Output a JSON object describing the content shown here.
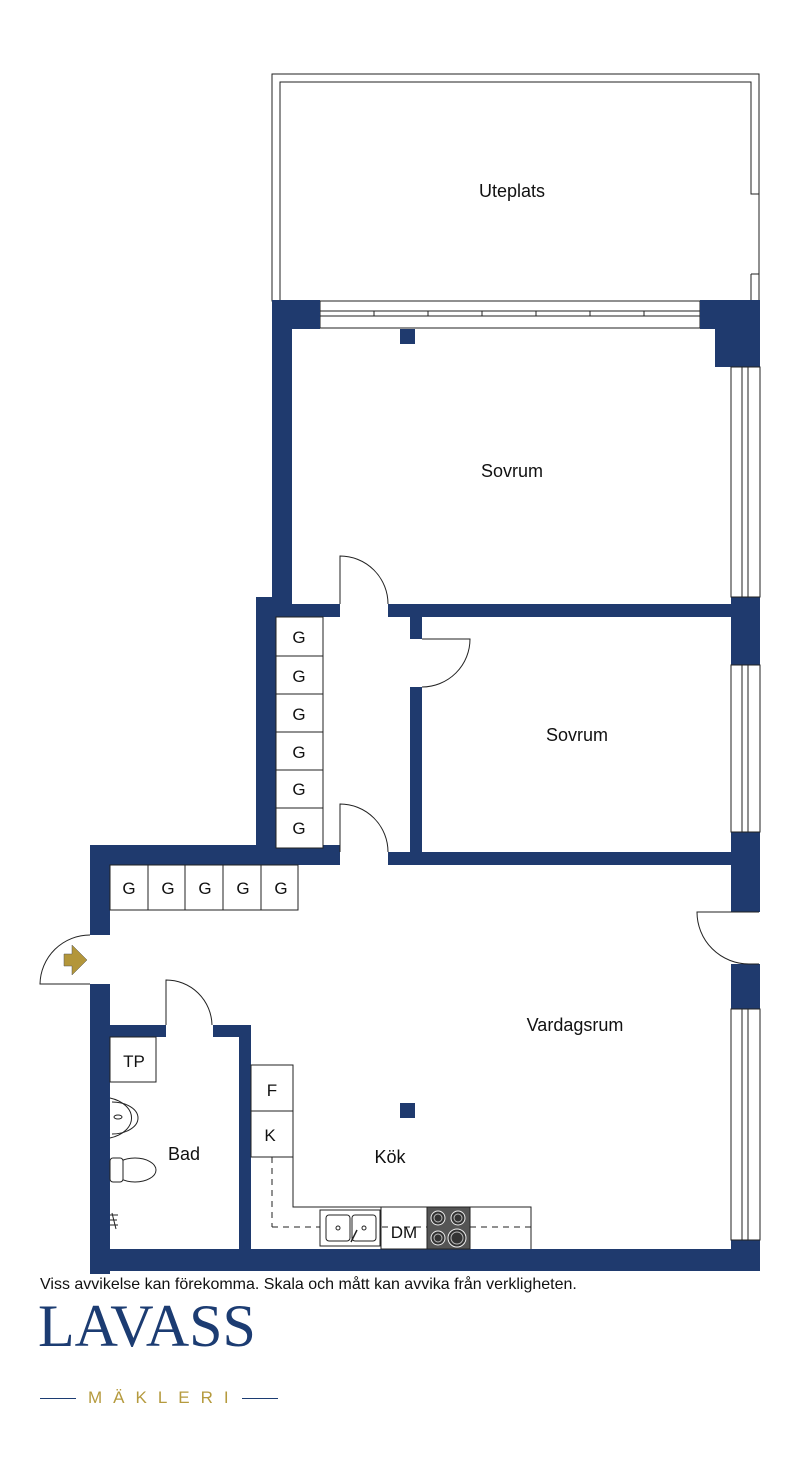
{
  "rooms": {
    "uteplats": "Uteplats",
    "sovrum_1": "Sovrum",
    "sovrum_2": "Sovrum",
    "vardagsrum": "Vardagsrum",
    "kok": "Kök",
    "bad": "Bad"
  },
  "fixtures": {
    "wardrobe": "G",
    "tp": "TP",
    "fridge": "F",
    "freezer": "K",
    "dishwasher": "DM"
  },
  "footer": {
    "disclaimer": "Viss avvikelse kan förekomma. Skala och mått kan avvika från verkligheten.",
    "brand": "LAVASS",
    "tagline": "MÄKLERI"
  },
  "colors": {
    "wall": "#1f3a6e",
    "brand": "#1c3c72",
    "tagline": "#b59a3d",
    "entrance_arrow": "#b3963a"
  }
}
